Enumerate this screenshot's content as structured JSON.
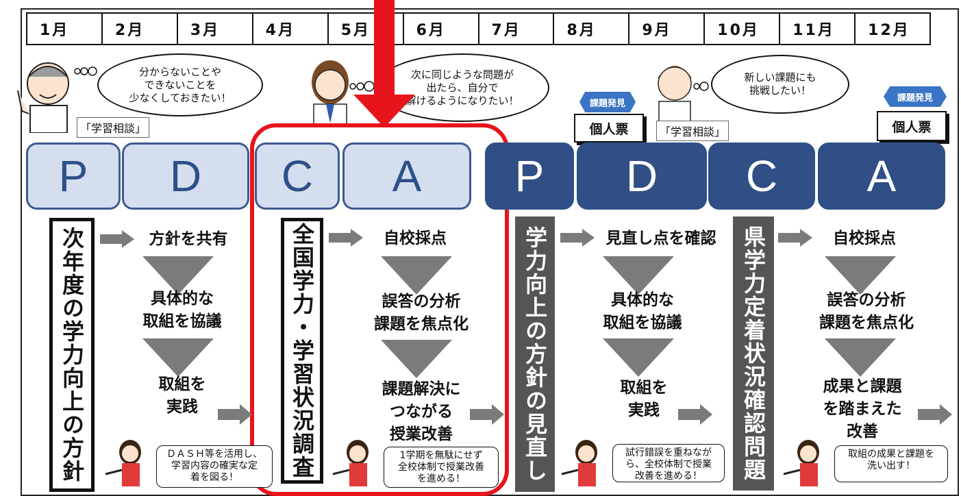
{
  "months": [
    "1月",
    "2月",
    "3月",
    "4月",
    "5月",
    "6月",
    "7月",
    "8月",
    "9月",
    "10月",
    "11月",
    "12月"
  ],
  "speech": {
    "cloud1": "分からないことや\nできないことを\n少なくしておきたい！",
    "cloud2": "次に同じような問題が\n出たら、自分で\n解けるようになりたい！",
    "cloud3": "新しい課題にも\n挑戦したい！"
  },
  "labels": {
    "consult1": "「学習相談」",
    "consult2": "「学習相談」",
    "badge1": "課題発見",
    "badge2": "課題発見",
    "card1": "個人票",
    "card2": "個人票"
  },
  "tiles": [
    "P",
    "D",
    "C",
    "A",
    "P",
    "D",
    "C",
    "A"
  ],
  "vertical": {
    "v1": "次年度の学力向上の方針",
    "v2": "全国学力・学習状況調査",
    "v3": "学力向上の方針の見直し",
    "v4": "県学力定着状況確認問題"
  },
  "steps": {
    "c1a": "方針を共有",
    "c1b": "具体的な\n取組を協議",
    "c1c": "取組を\n実践",
    "c2a": "自校採点",
    "c2b": "誤答の分析\n課題を焦点化",
    "c2c": "課題解決に\nつながる\n授業改善",
    "c3a": "見直し点を確認",
    "c3b": "具体的な\n取組を協議",
    "c3c": "取組を\n実践",
    "c4a": "自校採点",
    "c4b": "誤答の分析\n課題を焦点化",
    "c4c": "成果と課題\nを踏まえた\n改善"
  },
  "notes": {
    "n1": "ＤＡＳＨ等を活用し、\n学習内容の確実な定\n着を図る！",
    "n2": "1学期を無駄にせず\n全校体制で授業改善\nを進める！",
    "n3": "試行錯誤を重ねなが\nら、全校体制で授業\n改善を進める！",
    "n4": "取組の成果と課題を\n洗い出す！"
  },
  "colors": {
    "highlight": "#e8141b",
    "tile_light": "#d4deee",
    "tile_dark": "#2f4f86",
    "arrow": "#7b7b7b"
  }
}
